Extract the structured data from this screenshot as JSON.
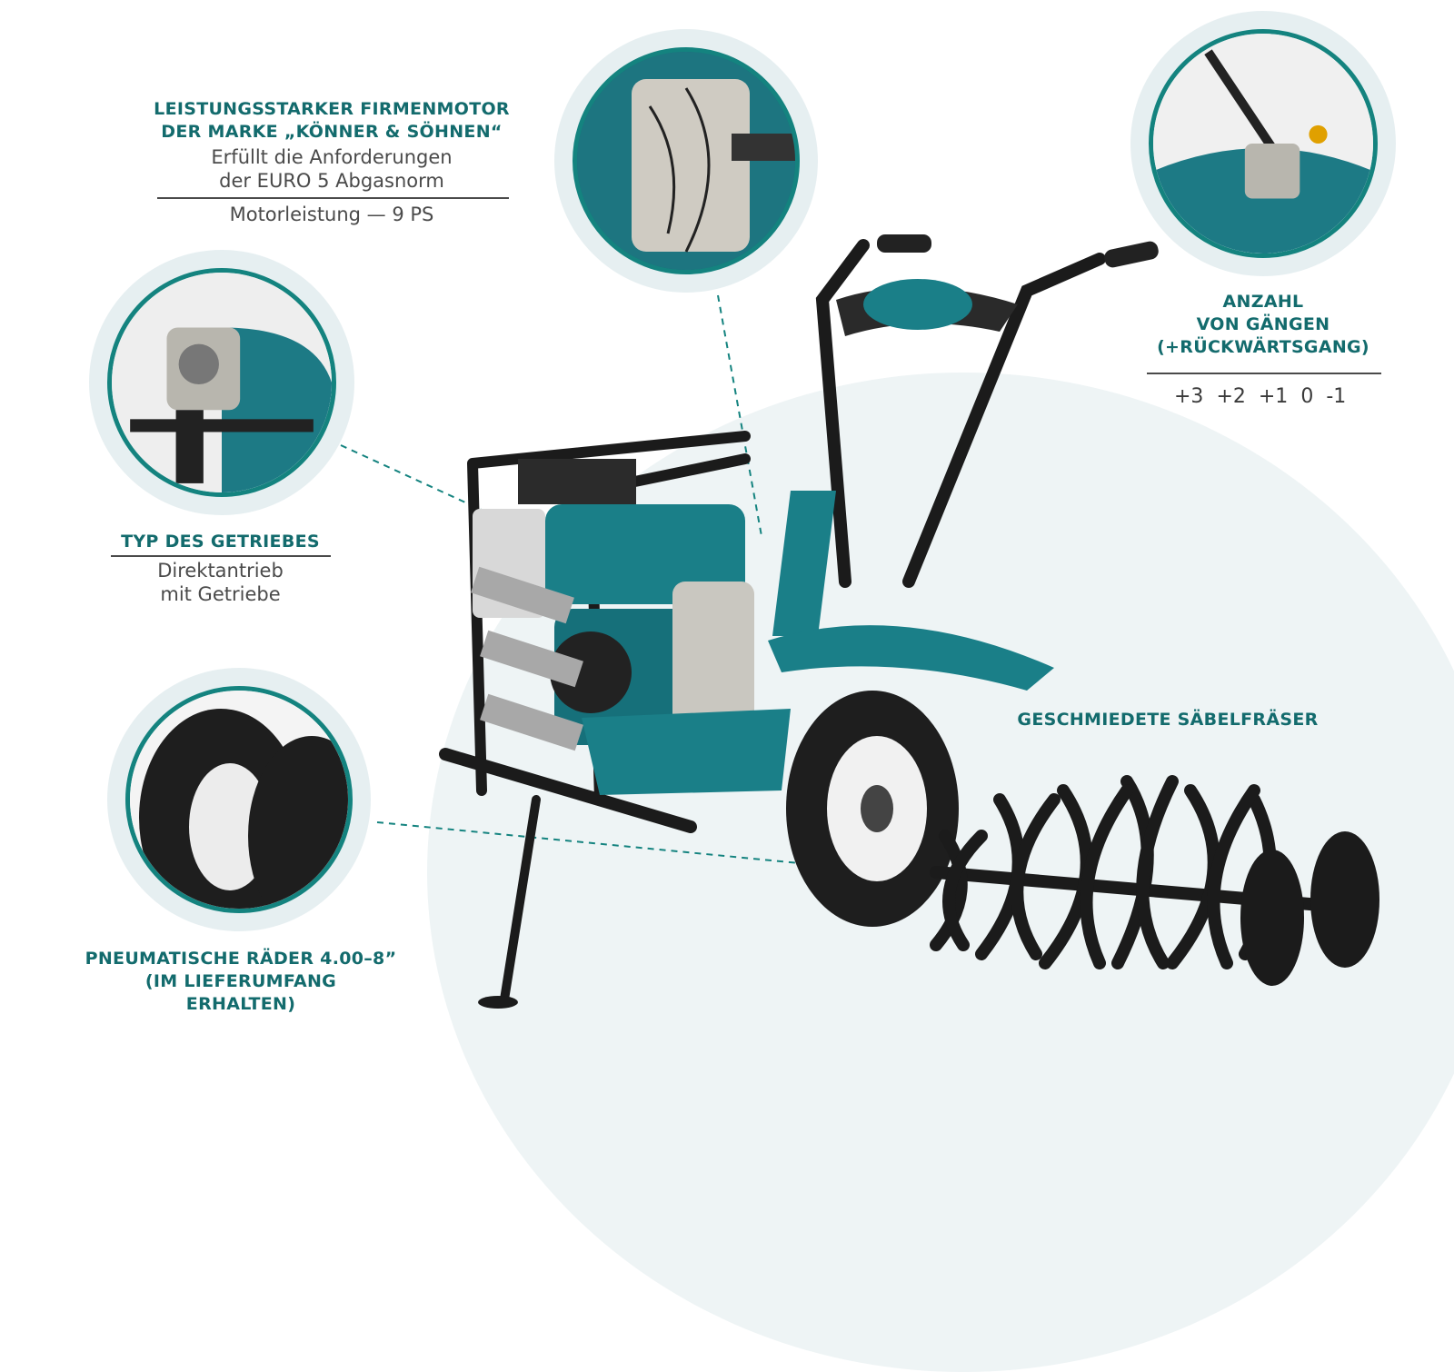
{
  "engine": {
    "title_line1": "LEISTUNGSSTARKER FIRMENMOTOR",
    "title_line2": "DER MARKE „KÖNNER & SÖHNEN“",
    "desc_line1": "Erfüllt die Anforderungen",
    "desc_line2": "der EURO 5 Abgasnorm",
    "power": "Motorleistung — 9 PS"
  },
  "gears": {
    "title_line1": "ANZAHL",
    "title_line2": "VON GÄNGEN",
    "title_line3": "(+RÜCKWÄRTSGANG)",
    "values": [
      "+3",
      "+2",
      "+1",
      "0",
      "-1"
    ]
  },
  "gearbox": {
    "title": "TYP DES GETRIEBES",
    "desc_line1": "Direktantrieb",
    "desc_line2": "mit Getriebe"
  },
  "wheels": {
    "title_line1": "PNEUMATISCHE RÄDER 4.00–8”",
    "title_line2": "(IM LIEFERUMFANG",
    "title_line3": "ERHALTEN)"
  },
  "tillers": {
    "title": "GESCHMIEDETE SÄBELFRÄSER"
  },
  "colors": {
    "accent": "#136b6d",
    "machine_teal": "#1a7f88",
    "frame_black": "#1b1b1b",
    "background_arc": "#eef4f5"
  }
}
